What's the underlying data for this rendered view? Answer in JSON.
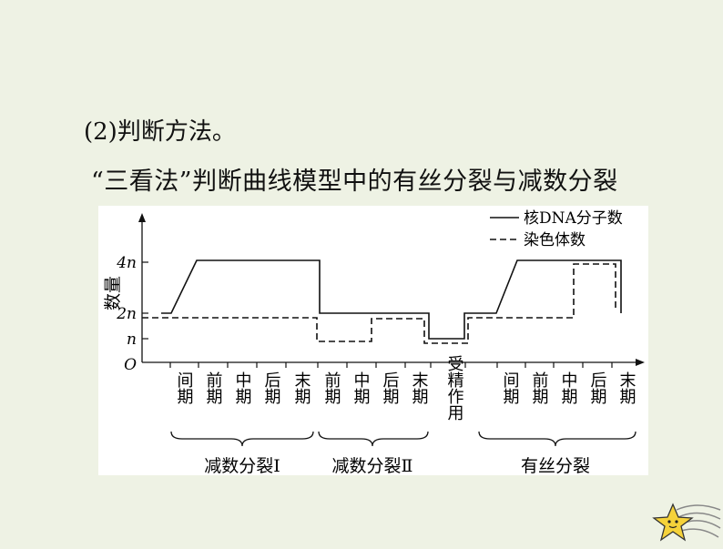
{
  "heading": "(2)判断方法。",
  "subheading": "“三看法”判断曲线模型中的有丝分裂与减数分裂",
  "chart_data": {
    "type": "line",
    "ylabel": "数量",
    "y_ticks": [
      "4n",
      "2n",
      "n",
      "O"
    ],
    "legend": {
      "solid": "核DNA分子数",
      "dashed": "染色体数",
      "placement": "top-right"
    },
    "stages": [
      "间期",
      "前期",
      "中期",
      "后期",
      "末期",
      "前期",
      "中期",
      "后期",
      "末期",
      "受精作用",
      "间期",
      "前期",
      "中期",
      "后期",
      "末期"
    ],
    "groups": [
      {
        "label": "减数分裂Ⅰ",
        "from": 0,
        "to": 4
      },
      {
        "label": "减数分裂Ⅱ",
        "from": 5,
        "to": 8
      },
      {
        "label": "有丝分裂",
        "from": 10,
        "to": 14
      }
    ],
    "series": [
      {
        "name": "核DNA分子数",
        "style": "solid",
        "values_in_n": [
          2,
          4,
          4,
          4,
          4,
          2,
          2,
          2,
          2,
          1,
          2,
          4,
          4,
          4,
          4,
          2
        ]
      },
      {
        "name": "染色体数",
        "style": "dashed",
        "values_in_n": [
          2,
          2,
          2,
          2,
          2,
          1,
          1,
          2,
          2,
          1,
          2,
          2,
          2,
          4,
          4,
          2
        ]
      }
    ]
  }
}
